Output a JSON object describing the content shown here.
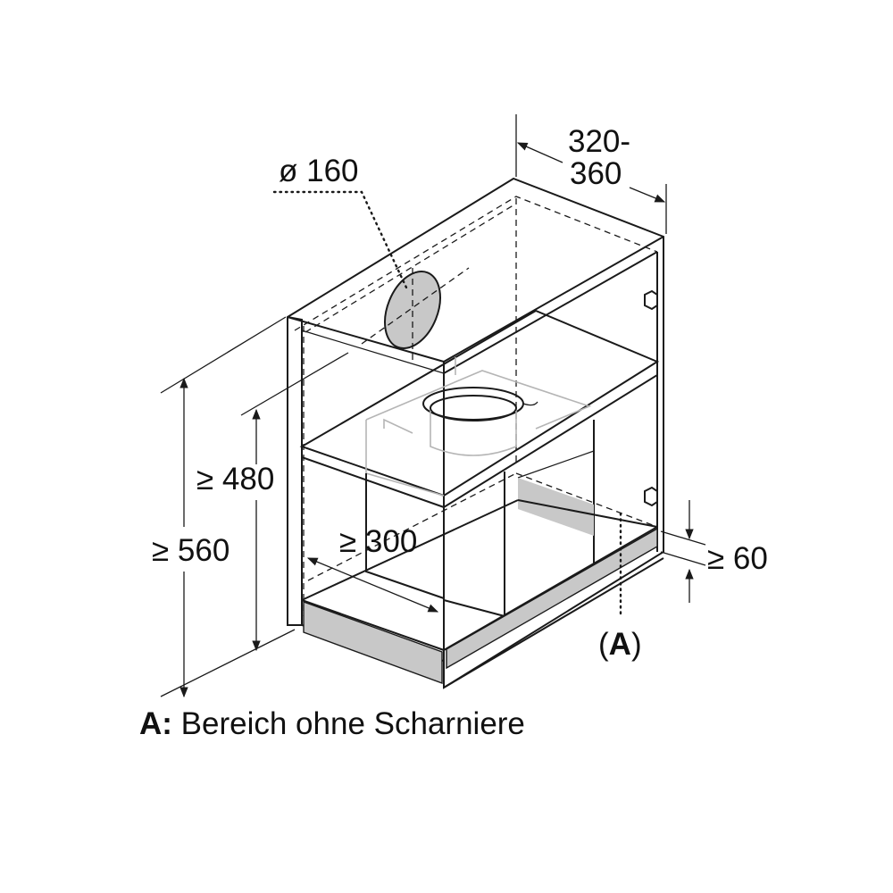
{
  "labels": {
    "diameter": "ø 160",
    "depth_line1": "320-",
    "depth_line2": "360",
    "height_inner": "≥ 480",
    "height_outer": "≥ 560",
    "width_inner": "≥ 300",
    "clearance": "≥ 60",
    "marker_open": "(",
    "marker_letter": "A",
    "marker_close": ")",
    "caption_key": "A:",
    "caption_text": " Bereich ohne Scharniere"
  },
  "colors": {
    "line": "#1a1a1a",
    "grey_fill": "#c8c8c8",
    "hidden_line": "#b5b5b5"
  }
}
